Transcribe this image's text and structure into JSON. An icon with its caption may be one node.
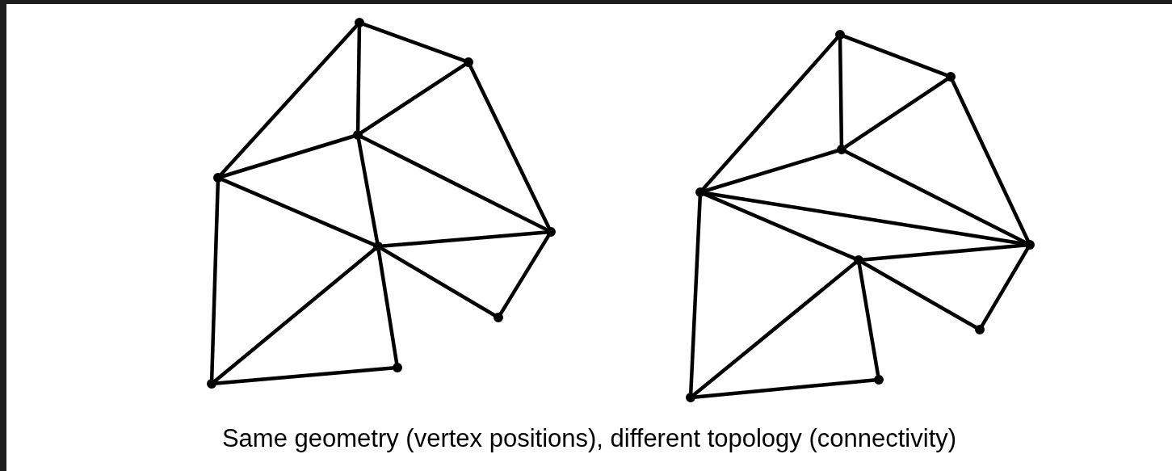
{
  "diagram": {
    "caption": "Same geometry (vertex positions), different topology (connectivity)",
    "nodes": [
      {
        "text": [],
        "shape": "circle"
      },
      {
        "text": [],
        "shape": "circle"
      },
      {
        "text": [],
        "shape": "circle"
      },
      {
        "text": [],
        "shape": "circle"
      },
      {
        "text": [],
        "shape": "circle"
      },
      {
        "text": [],
        "shape": "circle"
      },
      {
        "text": [],
        "shape": "circle"
      },
      {
        "text": [],
        "shape": "circle"
      },
      {
        "text": [],
        "shape": "circle"
      },
      {
        "text": [],
        "shape": "circle"
      },
      {
        "text": [],
        "shape": "circle"
      },
      {
        "text": [],
        "shape": "circle"
      },
      {
        "text": [],
        "shape": "circle"
      },
      {
        "text": [],
        "shape": "circle"
      },
      {
        "text": [],
        "shape": "circle"
      },
      {
        "text": [],
        "shape": "circle"
      },
      {
        "text": [],
        "shape": "circle"
      },
      {
        "text": [],
        "shape": "circle"
      }
    ],
    "edges": [
      {
        "from": 0,
        "to": 1,
        "arrow": "none"
      },
      {
        "from": 0,
        "to": 2,
        "arrow": "none"
      },
      {
        "from": 0,
        "to": 3,
        "arrow": "none"
      },
      {
        "from": 1,
        "to": 2,
        "arrow": "none"
      },
      {
        "from": 1,
        "to": 4,
        "arrow": "none"
      },
      {
        "from": 2,
        "to": 3,
        "arrow": "none"
      },
      {
        "from": 2,
        "to": 4,
        "arrow": "none"
      },
      {
        "from": 2,
        "to": 5,
        "arrow": "none"
      },
      {
        "from": 3,
        "to": 5,
        "arrow": "none"
      },
      {
        "from": 3,
        "to": 7,
        "arrow": "none"
      },
      {
        "from": 4,
        "to": 5,
        "arrow": "none"
      },
      {
        "from": 4,
        "to": 6,
        "arrow": "none"
      },
      {
        "from": 5,
        "to": 6,
        "arrow": "none"
      },
      {
        "from": 5,
        "to": 7,
        "arrow": "none"
      },
      {
        "from": 5,
        "to": 8,
        "arrow": "none"
      },
      {
        "from": 7,
        "to": 8,
        "arrow": "none"
      },
      {
        "from": 9,
        "to": 10,
        "arrow": "none"
      },
      {
        "from": 9,
        "to": 11,
        "arrow": "none"
      },
      {
        "from": 9,
        "to": 12,
        "arrow": "none"
      },
      {
        "from": 10,
        "to": 11,
        "arrow": "none"
      },
      {
        "from": 10,
        "to": 13,
        "arrow": "none"
      },
      {
        "from": 11,
        "to": 12,
        "arrow": "none"
      },
      {
        "from": 11,
        "to": 13,
        "arrow": "none"
      },
      {
        "from": 12,
        "to": 13,
        "arrow": "none"
      },
      {
        "from": 12,
        "to": 14,
        "arrow": "none"
      },
      {
        "from": 12,
        "to": 16,
        "arrow": "none"
      },
      {
        "from": 13,
        "to": 14,
        "arrow": "none"
      },
      {
        "from": 13,
        "to": 15,
        "arrow": "none"
      },
      {
        "from": 14,
        "to": 15,
        "arrow": "none"
      },
      {
        "from": 14,
        "to": 16,
        "arrow": "none"
      },
      {
        "from": 14,
        "to": 17,
        "arrow": "none"
      },
      {
        "from": 16,
        "to": 17,
        "arrow": "none"
      }
    ]
  }
}
